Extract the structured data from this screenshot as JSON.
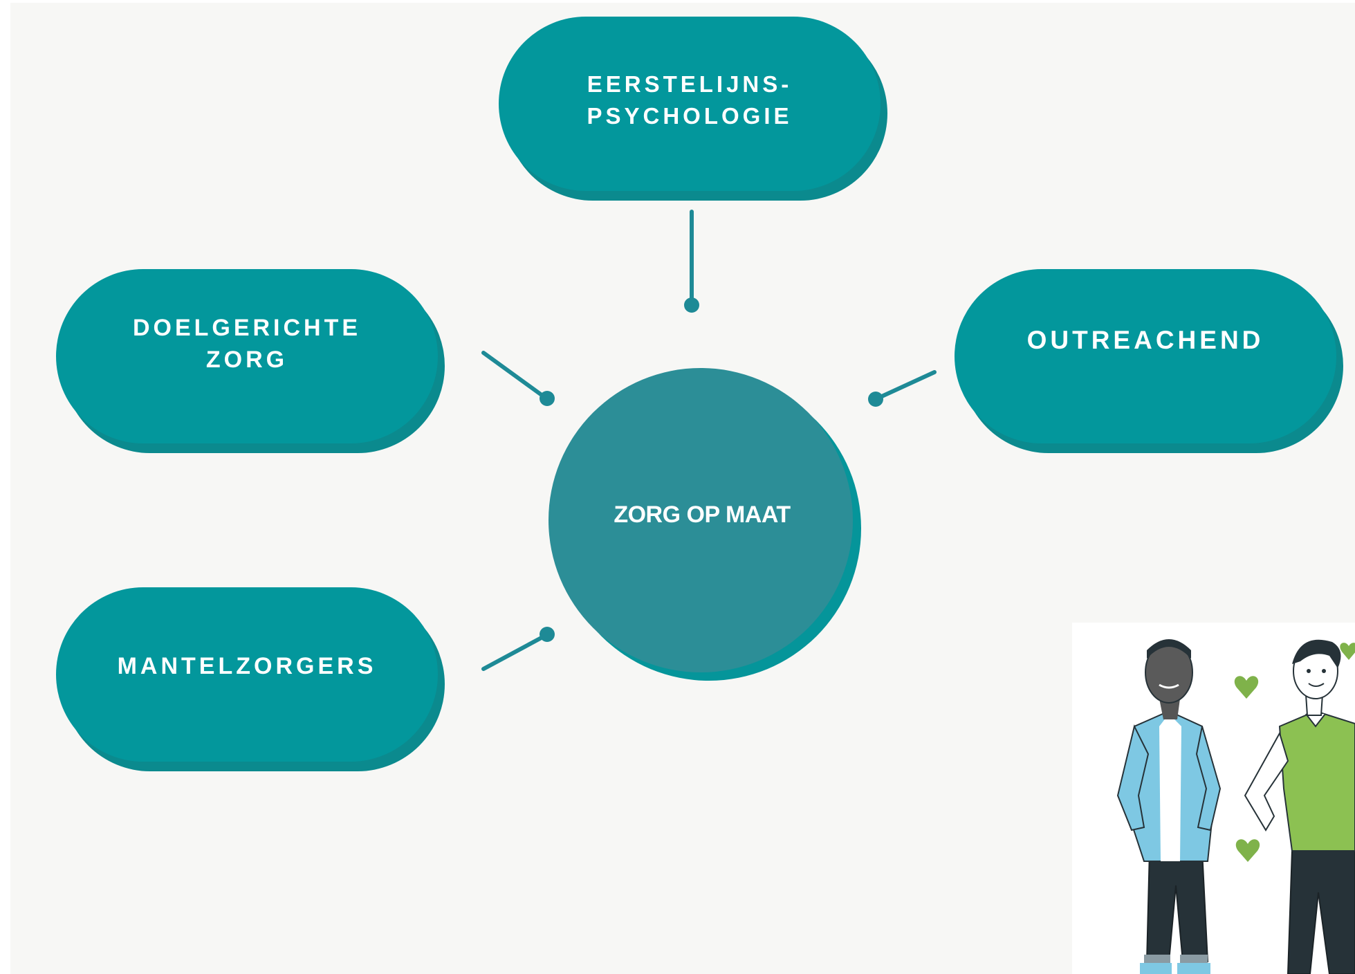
{
  "diagram": {
    "center": {
      "label": "ZORG OP MAAT"
    },
    "nodes": [
      {
        "id": "top",
        "label": "EERSTELIJNS-\nPSYCHOLOGIE"
      },
      {
        "id": "left",
        "label": "DOELGERICHTE\nZORG"
      },
      {
        "id": "right",
        "label": "OUTREACHEND"
      },
      {
        "id": "bottom",
        "label": "MANTELZORGERS"
      }
    ]
  },
  "colors": {
    "pill": "#03979c",
    "pill_shadow": "#0b8a8e",
    "hub": "#2c8e97",
    "hub_shadow": "#05959a",
    "connector": "#1e8a96",
    "background": "#f7f7f5",
    "text": "#ffffff"
  },
  "illustration": {
    "figures": [
      "man-blue-shirt",
      "man-green-shirt"
    ],
    "decoration": "green-hearts"
  }
}
